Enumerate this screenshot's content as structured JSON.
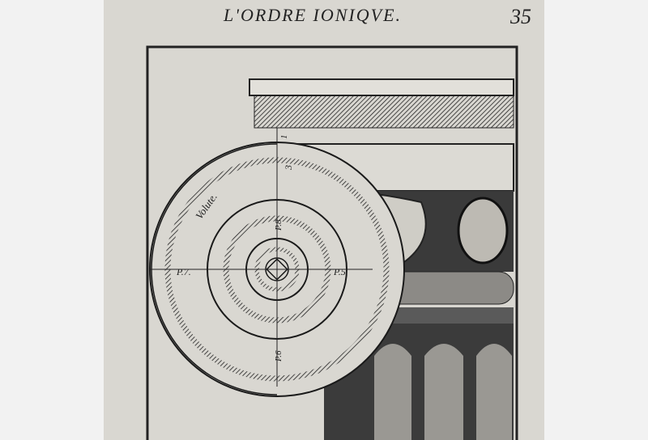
{
  "header": {
    "title": "L'ORDRE  IONIQVE.",
    "page_number": "35"
  },
  "figure": {
    "labels": {
      "l1": "1",
      "l3": "3",
      "volute": "Volute.",
      "p8": "P.8",
      "p7": "P.7.",
      "p5": "P.5",
      "p6": "P.6"
    }
  }
}
